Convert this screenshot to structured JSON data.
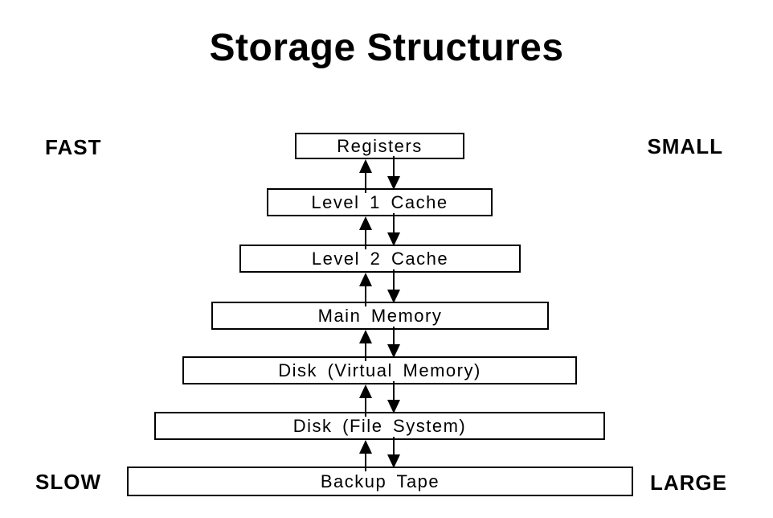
{
  "title": "Storage Structures",
  "corner_labels": {
    "top_left": "FAST",
    "top_right": "SMALL",
    "bottom_left": "SLOW",
    "bottom_right": "LARGE"
  },
  "hierarchy": {
    "levels": [
      {
        "label": "Registers"
      },
      {
        "label": "Level 1 Cache"
      },
      {
        "label": "Level 2 Cache"
      },
      {
        "label": "Main Memory"
      },
      {
        "label": "Disk (Virtual Memory)"
      },
      {
        "label": "Disk (File System)"
      },
      {
        "label": "Backup Tape"
      }
    ]
  },
  "icons": {
    "up_arrow": "up-arrow-icon",
    "down_arrow": "down-arrow-icon"
  },
  "colors": {
    "background": "#ffffff",
    "line": "#000000",
    "text": "#000000"
  }
}
